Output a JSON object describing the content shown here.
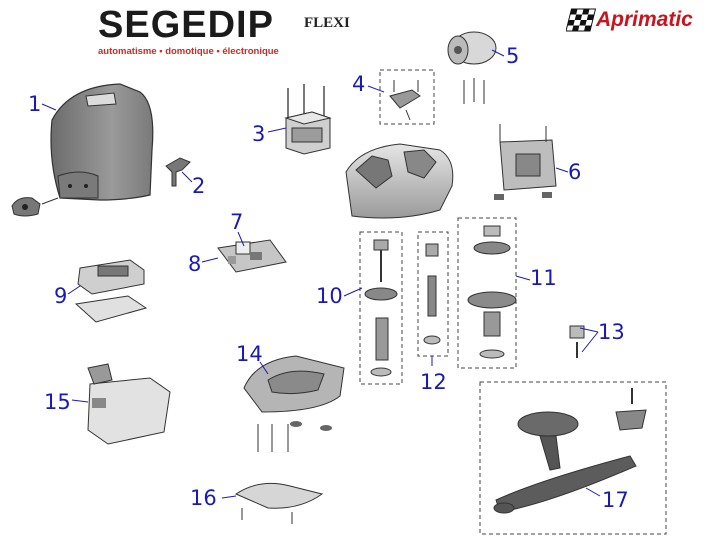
{
  "header": {
    "brand_left": "SEGEDIP",
    "tagline": "automatisme • domotique • électronique",
    "model": "FLEXI",
    "brand_right": "Aprimatic"
  },
  "callouts": [
    "1",
    "2",
    "3",
    "4",
    "5",
    "6",
    "7",
    "8",
    "9",
    "10",
    "11",
    "12",
    "13",
    "14",
    "15",
    "16",
    "17"
  ],
  "colors": {
    "callout": "#1a1ab4",
    "part_fill": "#8c8c8c",
    "part_dark": "#5a5a5a",
    "part_light": "#d4d4d4",
    "brand_red": "#c8141e",
    "dashed_box": "#444444"
  }
}
